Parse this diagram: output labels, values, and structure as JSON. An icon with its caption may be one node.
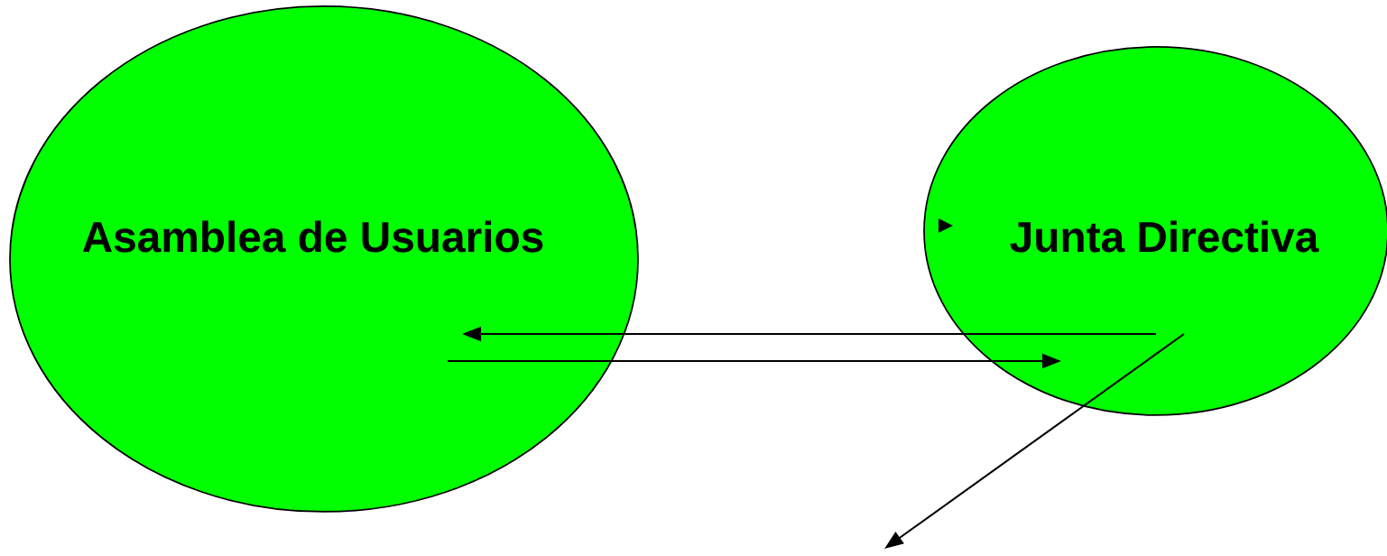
{
  "diagram": {
    "nodes": [
      {
        "text": [
          "Asamblea de Usuarios"
        ]
      },
      {
        "text": [
          "Junta Directiva"
        ]
      }
    ],
    "edges": [
      {
        "from": 1,
        "to": 0,
        "arrow": "to"
      },
      {
        "from": 0,
        "to": 1,
        "arrow": "to"
      },
      {
        "from": 1,
        "to": null,
        "arrow": "to"
      }
    ]
  }
}
